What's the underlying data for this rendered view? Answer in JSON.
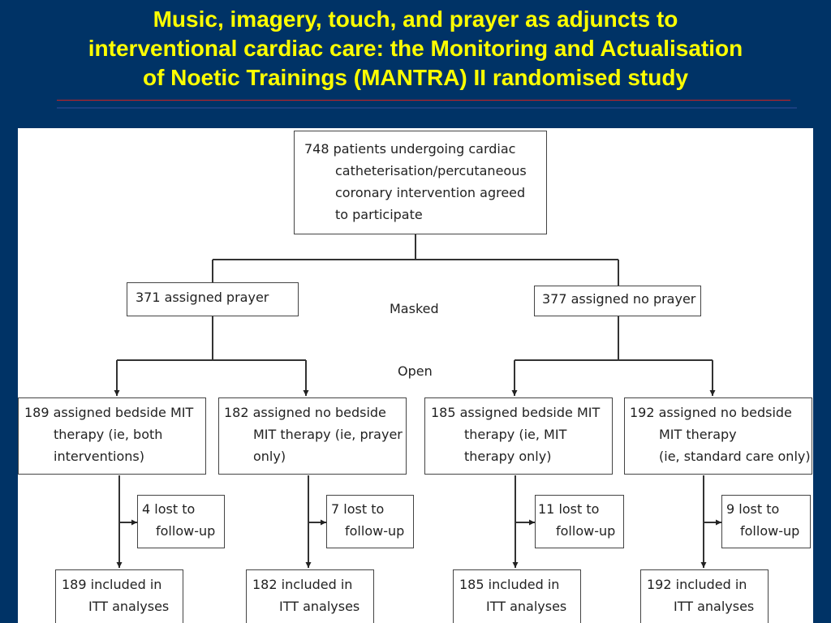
{
  "title": {
    "line1": "Music, imagery, touch, and prayer as adjuncts to",
    "line2": "interventional cardiac care: the Monitoring and Actualisation",
    "line3": "of Noetic Trainings (MANTRA) II randomised study"
  },
  "flowchart": {
    "top": {
      "l1": "748 patients undergoing cardiac",
      "l2": "catheterisation/percutaneous",
      "l3": "coronary intervention agreed",
      "l4": "to participate"
    },
    "prayer": "371 assigned prayer",
    "no_prayer": "377 assigned no prayer",
    "masked": "Masked",
    "open": "Open",
    "groups": [
      {
        "l1": "189 assigned bedside MIT",
        "l2": "therapy (ie, both",
        "l3": "interventions)",
        "lost1": "4 lost to",
        "lost2": "follow-up",
        "inc1": "189 included in",
        "inc2": "ITT analyses"
      },
      {
        "l1": "182 assigned no bedside",
        "l2": "MIT therapy (ie, prayer",
        "l3": "only)",
        "lost1": "7 lost to",
        "lost2": "follow-up",
        "inc1": "182 included in",
        "inc2": "ITT analyses"
      },
      {
        "l1": "185 assigned bedside MIT",
        "l2": "therapy (ie, MIT",
        "l3": "therapy only)",
        "lost1": "11 lost to",
        "lost2": "follow-up",
        "inc1": "185 included in",
        "inc2": "ITT analyses"
      },
      {
        "l1": "192 assigned no bedside",
        "l2": "MIT therapy",
        "l3": "(ie, standard care only)",
        "lost1": "9 lost to",
        "lost2": "follow-up",
        "inc1": "192 included in",
        "inc2": "ITT analyses"
      }
    ]
  }
}
